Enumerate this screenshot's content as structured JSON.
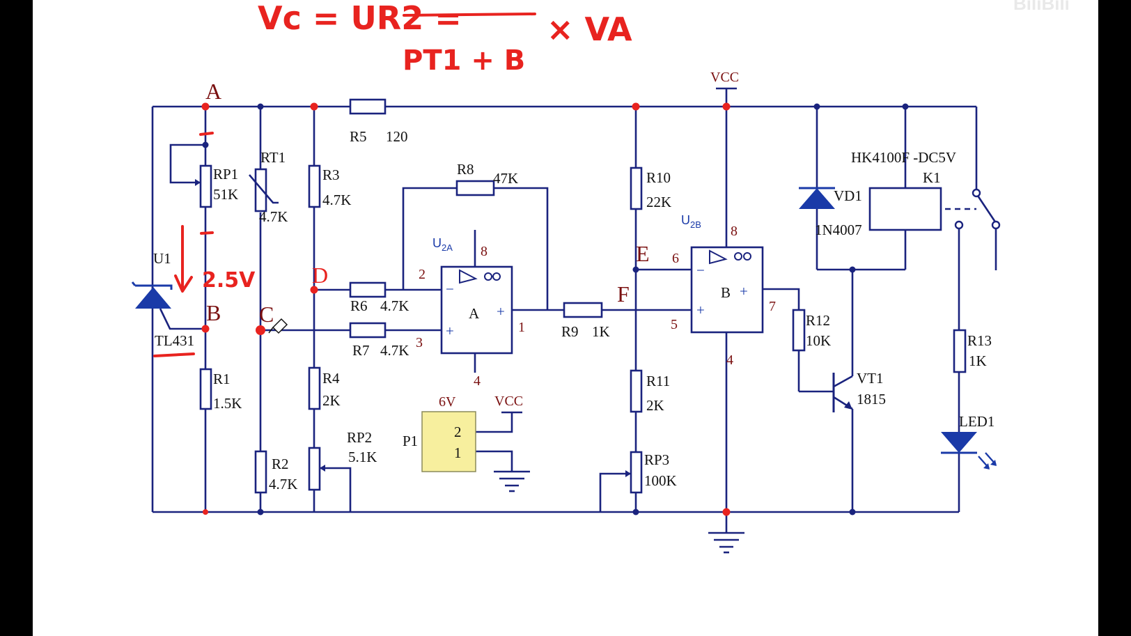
{
  "diagram": {
    "nodes": {
      "A": "A",
      "B": "B",
      "C": "C",
      "D": "D",
      "E": "E",
      "F": "F"
    },
    "components": {
      "RP1": {
        "ref": "RP1",
        "value": "51K"
      },
      "RT1": {
        "ref": "RT1",
        "value": "4.7K"
      },
      "R3": {
        "ref": "R3",
        "value": "4.7K"
      },
      "R5": {
        "ref": "R5",
        "value": "120"
      },
      "R8": {
        "ref": "R8",
        "value": "47K"
      },
      "R6": {
        "ref": "R6",
        "value": "4.7K"
      },
      "R7": {
        "ref": "R7",
        "value": "4.7K"
      },
      "R9": {
        "ref": "R9",
        "value": "1K"
      },
      "R10": {
        "ref": "R10",
        "value": "22K"
      },
      "R11": {
        "ref": "R11",
        "value": "2K"
      },
      "RP3": {
        "ref": "RP3",
        "value": "100K"
      },
      "R12": {
        "ref": "R12",
        "value": "10K"
      },
      "R13": {
        "ref": "R13",
        "value": "1K"
      },
      "R1": {
        "ref": "R1",
        "value": "1.5K"
      },
      "R2": {
        "ref": "R2",
        "value": "4.7K"
      },
      "R4": {
        "ref": "R4",
        "value": "2K"
      },
      "RP2": {
        "ref": "RP2",
        "value": "5.1K"
      },
      "U1": {
        "ref": "U1",
        "value": "TL431"
      },
      "VD1": {
        "ref": "VD1",
        "value": "1N4007"
      },
      "VT1": {
        "ref": "VT1",
        "value": "1815"
      },
      "K1": {
        "ref": "K1",
        "value": "HK4100F -DC5V"
      },
      "LED1": {
        "ref": "LED1"
      },
      "P1": {
        "ref": "P1",
        "pin_top": "2",
        "pin_bottom": "1",
        "voltage": "6V"
      },
      "U2A": {
        "ref": "U",
        "sub": "2A",
        "letter": "A"
      },
      "U2B": {
        "ref": "U",
        "sub": "2B",
        "letter": "B"
      }
    },
    "power": {
      "vcc_top": "VCC",
      "vcc_p1": "VCC"
    },
    "pins": {
      "u2a_inv": "2",
      "u2a_noninv": "3",
      "u2a_out": "1",
      "u2a_vcc": "8",
      "u2a_gnd": "4",
      "u2b_inv": "6",
      "u2b_noninv": "5",
      "u2b_out": "7",
      "u2b_vcc": "8",
      "u2b_gnd": "4"
    },
    "opamp_signs": {
      "minus": "−",
      "plus": "+"
    },
    "annotations": {
      "equation_lhs": "Vc = UR2 =",
      "equation_rhs": "× VA",
      "equation_denominator": "PT1 + B",
      "reference_voltage": "2.5V"
    },
    "watermark": "BiliBili"
  }
}
